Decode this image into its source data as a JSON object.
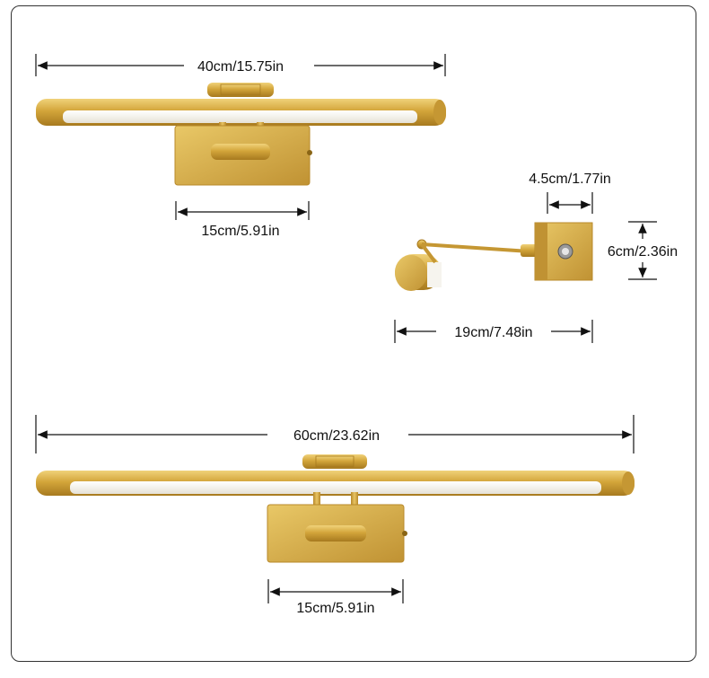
{
  "colors": {
    "brass": "#d3a53a",
    "brass_dark": "#b8892a",
    "led": "#f6f4ee",
    "line": "#111111",
    "frame": "#333333"
  },
  "dimensions": {
    "top_lamp_length": "40cm/15.75in",
    "top_lamp_base_width": "15cm/5.91in",
    "side_base_depth": "4.5cm/1.77in",
    "side_base_height": "6cm/2.36in",
    "side_arm_reach": "19cm/7.48in",
    "bottom_lamp_length": "60cm/23.62in",
    "bottom_lamp_base_width": "15cm/5.91in"
  },
  "views": [
    "front-view-40cm",
    "side-view",
    "front-view-60cm"
  ]
}
